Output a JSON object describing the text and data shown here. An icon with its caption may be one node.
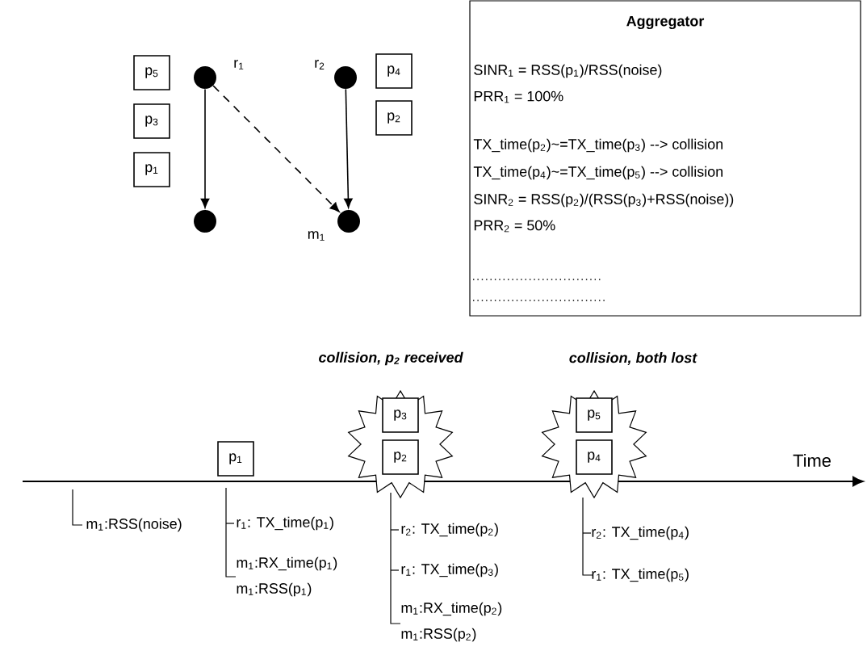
{
  "diagram": {
    "nodes": [
      {
        "text": [
          "p$_{5}$"
        ]
      },
      {
        "text": [
          "p$_{3}$"
        ]
      },
      {
        "text": [
          "p$_{1}$"
        ]
      },
      {
        "text": [],
        "shape": "circle",
        "beside": [
          "r$_{1}$"
        ]
      },
      {
        "text": [],
        "shape": "circle",
        "beside": [
          "r$_{2}$"
        ]
      },
      {
        "text": [
          "p$_{4}$"
        ]
      },
      {
        "text": [
          "p$_{2}$"
        ]
      },
      {
        "text": [],
        "shape": "circle"
      },
      {
        "text": [],
        "shape": "circle",
        "beside": [
          "m$_{1}$"
        ]
      },
      {
        "text": [
          "Aggregator",
          "SINR$_{1}$ = RSS(p$_{1}$)/RSS(noise)",
          "PRR$_{1}$ = 100%",
          "TX_time(p$_{2}$)~=TX_time(p$_{3}$) --> collision",
          "TX_time(p$_{4}$)~=TX_time(p$_{5}$) --> collision",
          "SINR$_{2}$ = RSS(p$_{2}$)/(RSS(p$_{3}$)+RSS(noise))",
          "PRR$_{2}$ = 50%"
        ]
      },
      {
        "text": [
          "p$_{1}$"
        ]
      },
      {
        "text": [],
        "shape": "star",
        "beside": [
          "collision, p$_{2}$ received"
        ]
      },
      {
        "text": [
          "p$_{3}$"
        ],
        "in": 11
      },
      {
        "text": [
          "p$_{2}$"
        ],
        "in": 11
      },
      {
        "text": [],
        "shape": "star",
        "beside": [
          "collision, both lost"
        ]
      },
      {
        "text": [
          "p$_{5}$"
        ],
        "in": 14
      },
      {
        "text": [
          "p$_{4}$"
        ],
        "in": 14
      }
    ],
    "edges": [
      {
        "from": 3,
        "to": 7,
        "arrow": "to"
      },
      {
        "from": 3,
        "to": 8,
        "arrow": "to",
        "style": "dashed"
      },
      {
        "from": 4,
        "to": 8,
        "arrow": "to"
      }
    ],
    "labels": [
      "Time",
      "m$_{1}$:RSS(noise)",
      "r$_{1}$: TX_time(p$_{1}$)",
      "m$_{1}$:RX_time(p$_{1}$)",
      "m$_{1}$:RSS(p$_{1}$)",
      "r$_{2}$: TX_time(p$_{2}$)",
      "r$_{1}$: TX_time(p$_{3}$)",
      "m$_{1}$:RX_time(p$_{2}$)",
      "m$_{1}$:RSS(p$_{2}$)",
      "r$_{2}$: TX_time(p$_{4}$)",
      "r$_{1}$: TX_time(p$_{5}$)"
    ]
  }
}
